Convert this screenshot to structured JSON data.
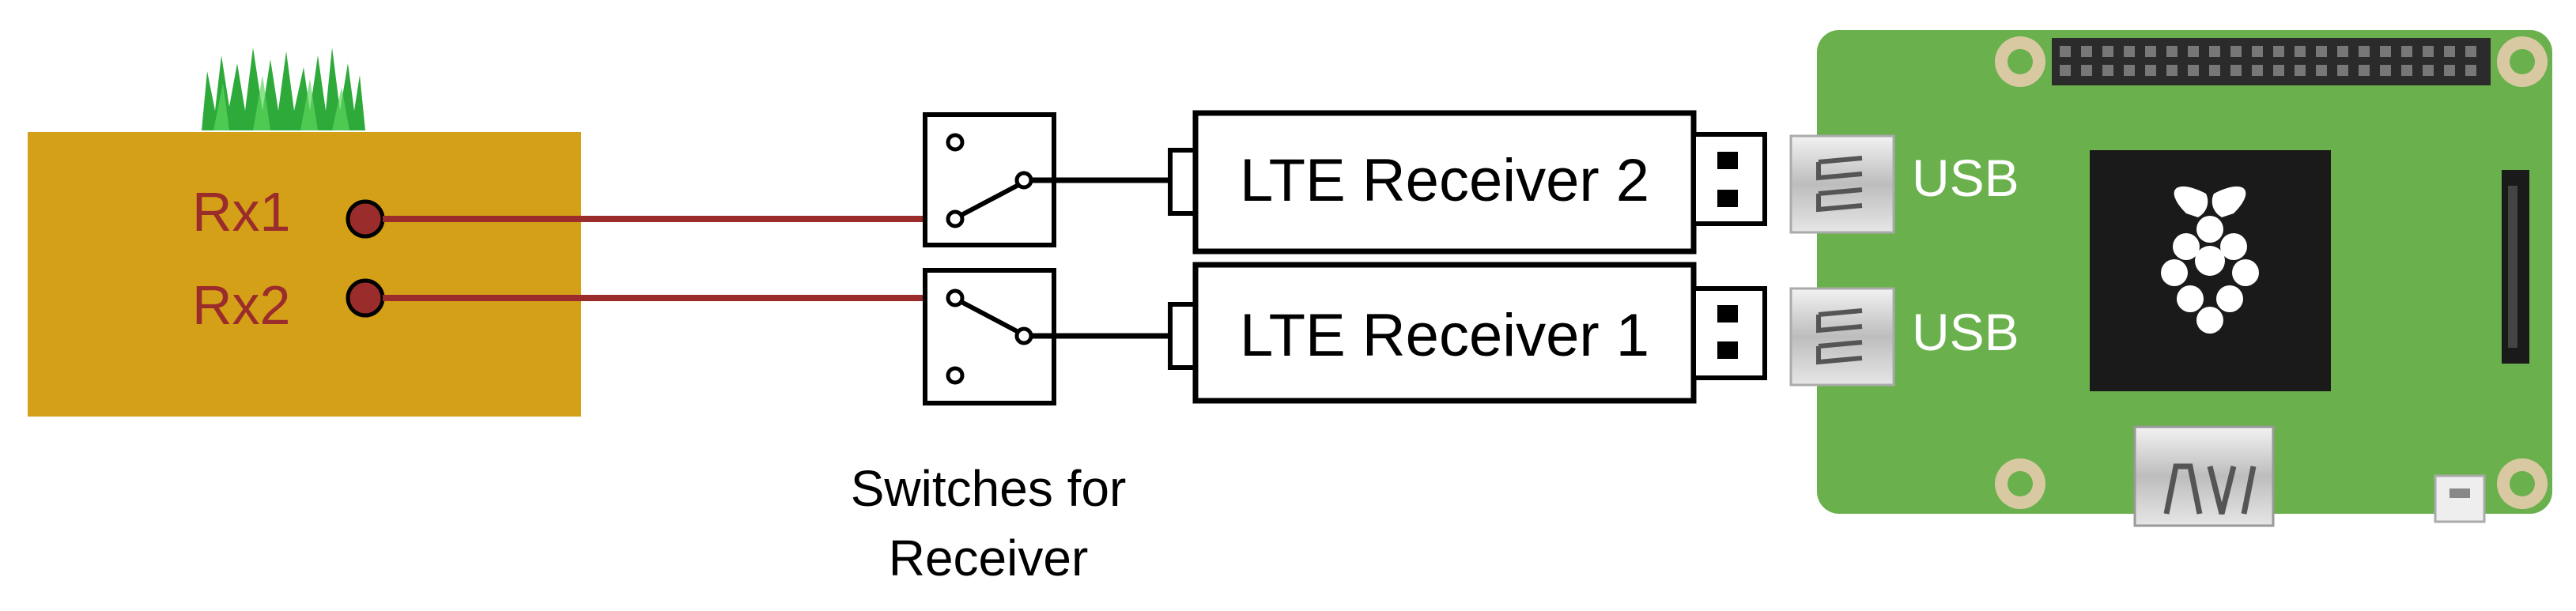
{
  "antenna_box": {
    "labels": [
      "Rx1",
      "Rx2"
    ],
    "label_color": "#9b2c2c",
    "box_color": "#d4a017"
  },
  "switches": {
    "caption_line1": "Switches for",
    "caption_line2": "Receiver"
  },
  "receivers": [
    {
      "label": "LTE Receiver 2"
    },
    {
      "label": "LTE Receiver 1"
    }
  ],
  "board": {
    "usb_labels": [
      "USB",
      "USB"
    ],
    "board_color": "#6ab04c"
  },
  "colors": {
    "wire": "#9b2c2c",
    "grass": "#2eaa3a",
    "outline": "#000000"
  }
}
